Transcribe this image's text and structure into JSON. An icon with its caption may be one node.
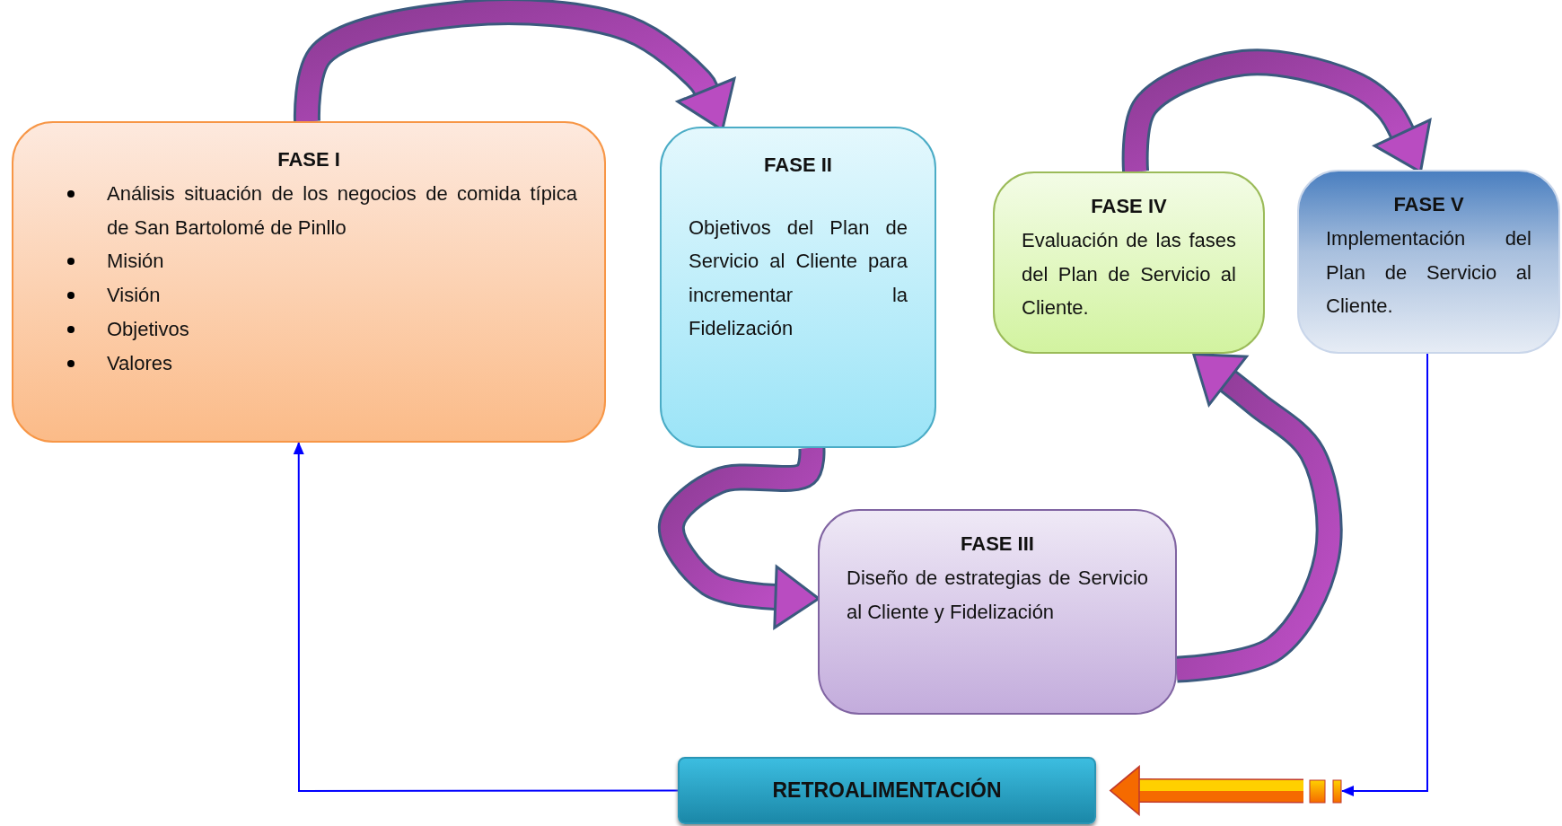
{
  "diagram": {
    "nodes": [
      {
        "text": [
          "FASE I",
          "Análisis situación de los negocios de comida típica de San Bartolomé de Pinllo",
          "Misión",
          "Visión",
          "Objetivos",
          "Valores"
        ]
      },
      {
        "text": [
          "FASE II",
          "Objetivos del Plan de Servicio al Cliente para incrementar la Fidelización"
        ]
      },
      {
        "text": [
          "FASE III",
          "Diseño de estrategias de Servicio al Cliente y Fidelización"
        ]
      },
      {
        "text": [
          "FASE IV",
          "Evaluación de las fases del Plan de Servicio al Cliente."
        ]
      },
      {
        "text": [
          "FASE V",
          "Implementación del Plan de Servicio al Cliente."
        ]
      },
      {
        "text": [
          "RETROALIMENTACIÓN"
        ]
      }
    ],
    "edges": [
      {
        "from": 0,
        "to": 1,
        "arrow": "to",
        "style": "thick"
      },
      {
        "from": 1,
        "to": 2,
        "arrow": "to",
        "style": "thick"
      },
      {
        "from": 2,
        "to": 3,
        "arrow": "to",
        "style": "thick"
      },
      {
        "from": 3,
        "to": 4,
        "arrow": "to",
        "style": "thick"
      },
      {
        "from": 4,
        "to": null,
        "arrow": "to",
        "color": "#0000ff"
      },
      {
        "from": 5,
        "to": 0,
        "arrow": "to",
        "color": "#0000ff"
      },
      {
        "from": null,
        "to": 5,
        "arrow": "to",
        "style": "thick",
        "color": "#f56a00"
      }
    ]
  }
}
